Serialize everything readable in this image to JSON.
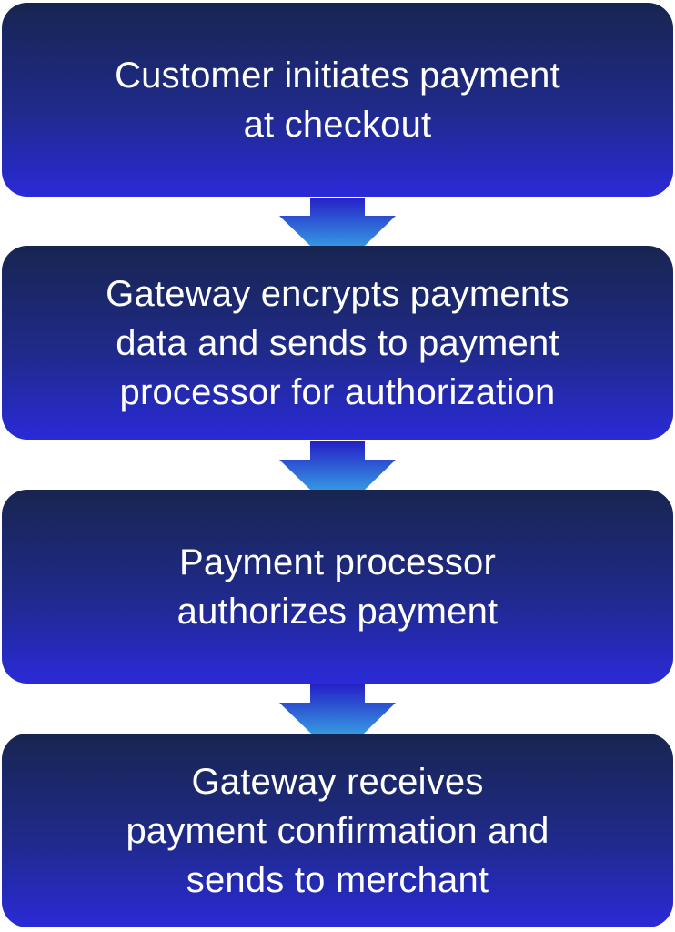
{
  "steps": [
    {
      "text": "Customer initiates payment\nat checkout"
    },
    {
      "text": "Gateway encrypts payments\ndata and sends to payment\nprocessor for authorization"
    },
    {
      "text": "Payment processor\nauthorizes payment"
    },
    {
      "text": "Gateway receives\npayment confirmation and\nsends to merchant"
    }
  ],
  "colors": {
    "box_top": "#182550",
    "box_bottom": "#2a2ad8",
    "arrow_top": "#2520c8",
    "arrow_bottom": "#3fd6ee",
    "text": "#ffffff"
  }
}
